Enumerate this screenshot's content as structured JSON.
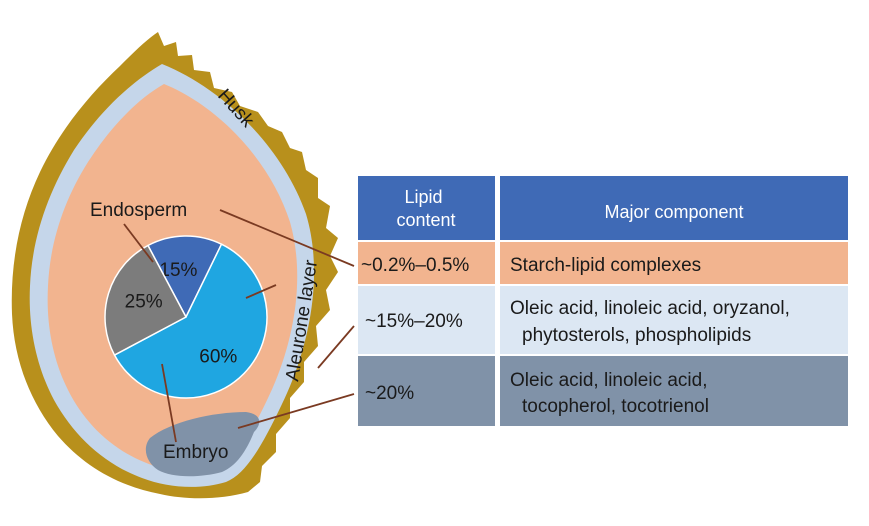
{
  "colors": {
    "husk": "#b8901c",
    "aleurone": "#c5d6ea",
    "endosperm": "#f2b48f",
    "embryo": "#8092a8",
    "leader_line": "#7a3a22",
    "table_header": "#3f6ab6",
    "row_endosperm": "#f2b48f",
    "row_aleurone": "#dce7f3",
    "row_embryo": "#8092a8"
  },
  "labels": {
    "husk": "Husk",
    "aleurone_layer": "Aleurone layer",
    "endosperm": "Endosperm",
    "embryo": "Embryo"
  },
  "chart_data": {
    "type": "pie",
    "categories": [
      "Endosperm",
      "Aleurone layer",
      "Embryo"
    ],
    "values": [
      15,
      60,
      25
    ],
    "value_labels": [
      "15%",
      "60%",
      "25%"
    ],
    "colors": [
      "#3f6ab6",
      "#1fa6e1",
      "#7c7c7c"
    ]
  },
  "table": {
    "headers": [
      "Lipid content",
      "Major component"
    ],
    "rows": [
      {
        "part": "Endosperm",
        "lipid": "~0.2%–0.5%",
        "component_lines": [
          "Starch-lipid complexes"
        ]
      },
      {
        "part": "Aleurone layer",
        "lipid": "~15%–20%",
        "component_lines": [
          "Oleic acid, linoleic acid, oryzanol,",
          "phytosterols, phospholipids"
        ]
      },
      {
        "part": "Embryo",
        "lipid": "~20%",
        "component_lines": [
          "Oleic acid, linoleic acid,",
          "tocopherol, tocotrienol"
        ]
      }
    ]
  }
}
